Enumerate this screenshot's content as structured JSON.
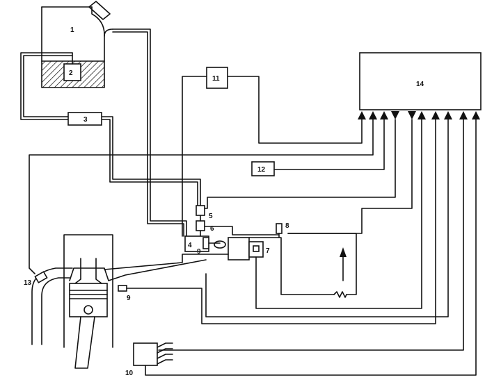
{
  "labels": {
    "tank": "1",
    "pump": "2",
    "filter": "3",
    "fuel_rail": "4",
    "component_5": "5",
    "component_6": "6",
    "component_7": "7",
    "component_8": "8",
    "component_9a": "9",
    "component_9b": "9",
    "component_10": "10",
    "relay": "11",
    "component_12": "12",
    "component_13": "13",
    "ecu": "14"
  },
  "colors": {
    "line": "#111111",
    "background": "#ffffff"
  }
}
